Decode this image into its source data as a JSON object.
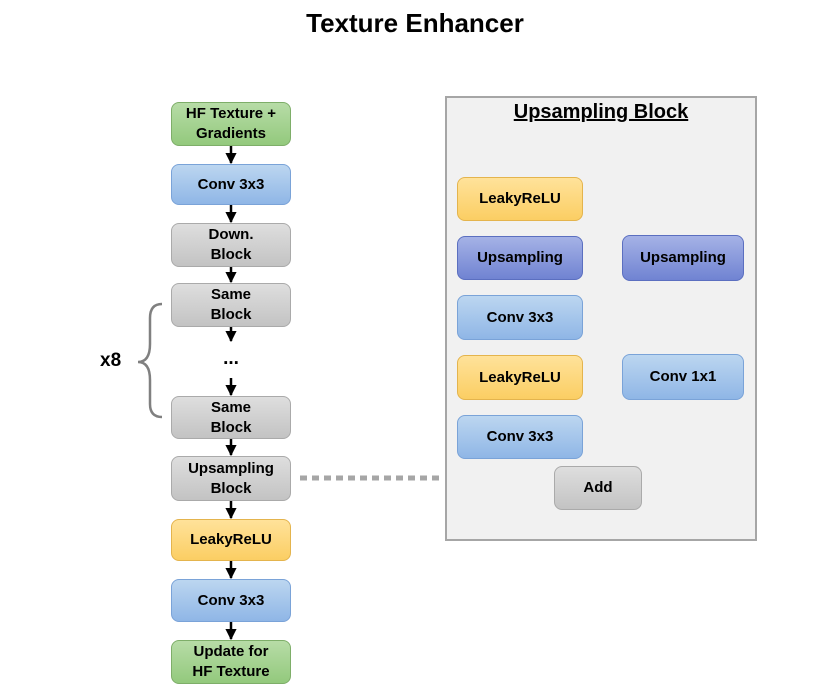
{
  "title": "Texture Enhancer",
  "left_column": {
    "input": "HF Texture +\nGradients",
    "conv1": "Conv 3x3",
    "down": "Down.\nBlock",
    "same1": "Same\nBlock",
    "ellipsis": "...",
    "same2": "Same\nBlock",
    "upblock": "Upsampling\nBlock",
    "leaky": "LeakyReLU",
    "conv2": "Conv 3x3",
    "output": "Update for\nHF Texture"
  },
  "repeat_label": "x8",
  "upsampling_block": {
    "title": "Upsampling Block",
    "leaky1": "LeakyReLU",
    "upsample_left": "Upsampling",
    "conv_a": "Conv 3x3",
    "leaky2": "LeakyReLU",
    "conv_b": "Conv 3x3",
    "upsample_right": "Upsampling",
    "conv1x1": "Conv 1x1",
    "add": "Add"
  },
  "colors": {
    "input_output": "#93c97d",
    "conv": "#8fb6e6",
    "block": "#c3c3c3",
    "activation": "#fbce63",
    "upsampling": "#7083d2",
    "panel_background": "#f1f1f1"
  }
}
